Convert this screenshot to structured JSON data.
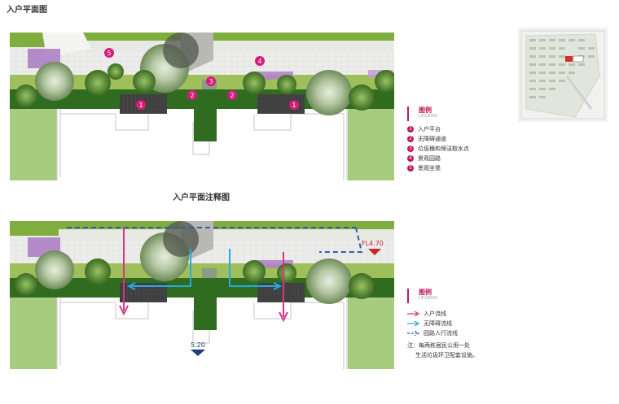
{
  "page_title": "入户平面图",
  "section2_title": "入户平面注释图",
  "legend1": {
    "title": "图例",
    "subtitle": "LEGEND",
    "items": [
      {
        "num": "1",
        "label": "入户平台"
      },
      {
        "num": "2",
        "label": "无障碍通道"
      },
      {
        "num": "3",
        "label": "垃圾桶和保洁取水点"
      },
      {
        "num": "4",
        "label": "景观园路"
      },
      {
        "num": "5",
        "label": "景观坐凳"
      }
    ]
  },
  "legend2": {
    "title": "图例",
    "subtitle": "LEGEND",
    "items": [
      {
        "label": "入户流线",
        "color": "#d6338a",
        "style": "solid"
      },
      {
        "label": "无障碍流线",
        "color": "#29a9e0",
        "style": "solid"
      },
      {
        "label": "园路人行流线",
        "color": "#2f5fa8",
        "style": "dashed"
      }
    ]
  },
  "note": {
    "line1": "注：每两栋居民公用一处",
    "line2": "生活垃圾环卫配套设施。"
  },
  "plan_top_markers": [
    "1",
    "2",
    "3",
    "2",
    "1",
    "4",
    "5"
  ],
  "plan_bottom": {
    "elevation_right": "FL4.70",
    "elevation_bottom": "5.20"
  },
  "colors": {
    "accent": "#c2185b",
    "entry_flow": "#d6338a",
    "barrier_free_flow": "#29a9e0",
    "path_flow": "#2f5fa8",
    "lawn": "#8db34a",
    "hedge": "#2e6b1f",
    "paving": "#e9e9e6",
    "platform": "#3d3d3d"
  }
}
